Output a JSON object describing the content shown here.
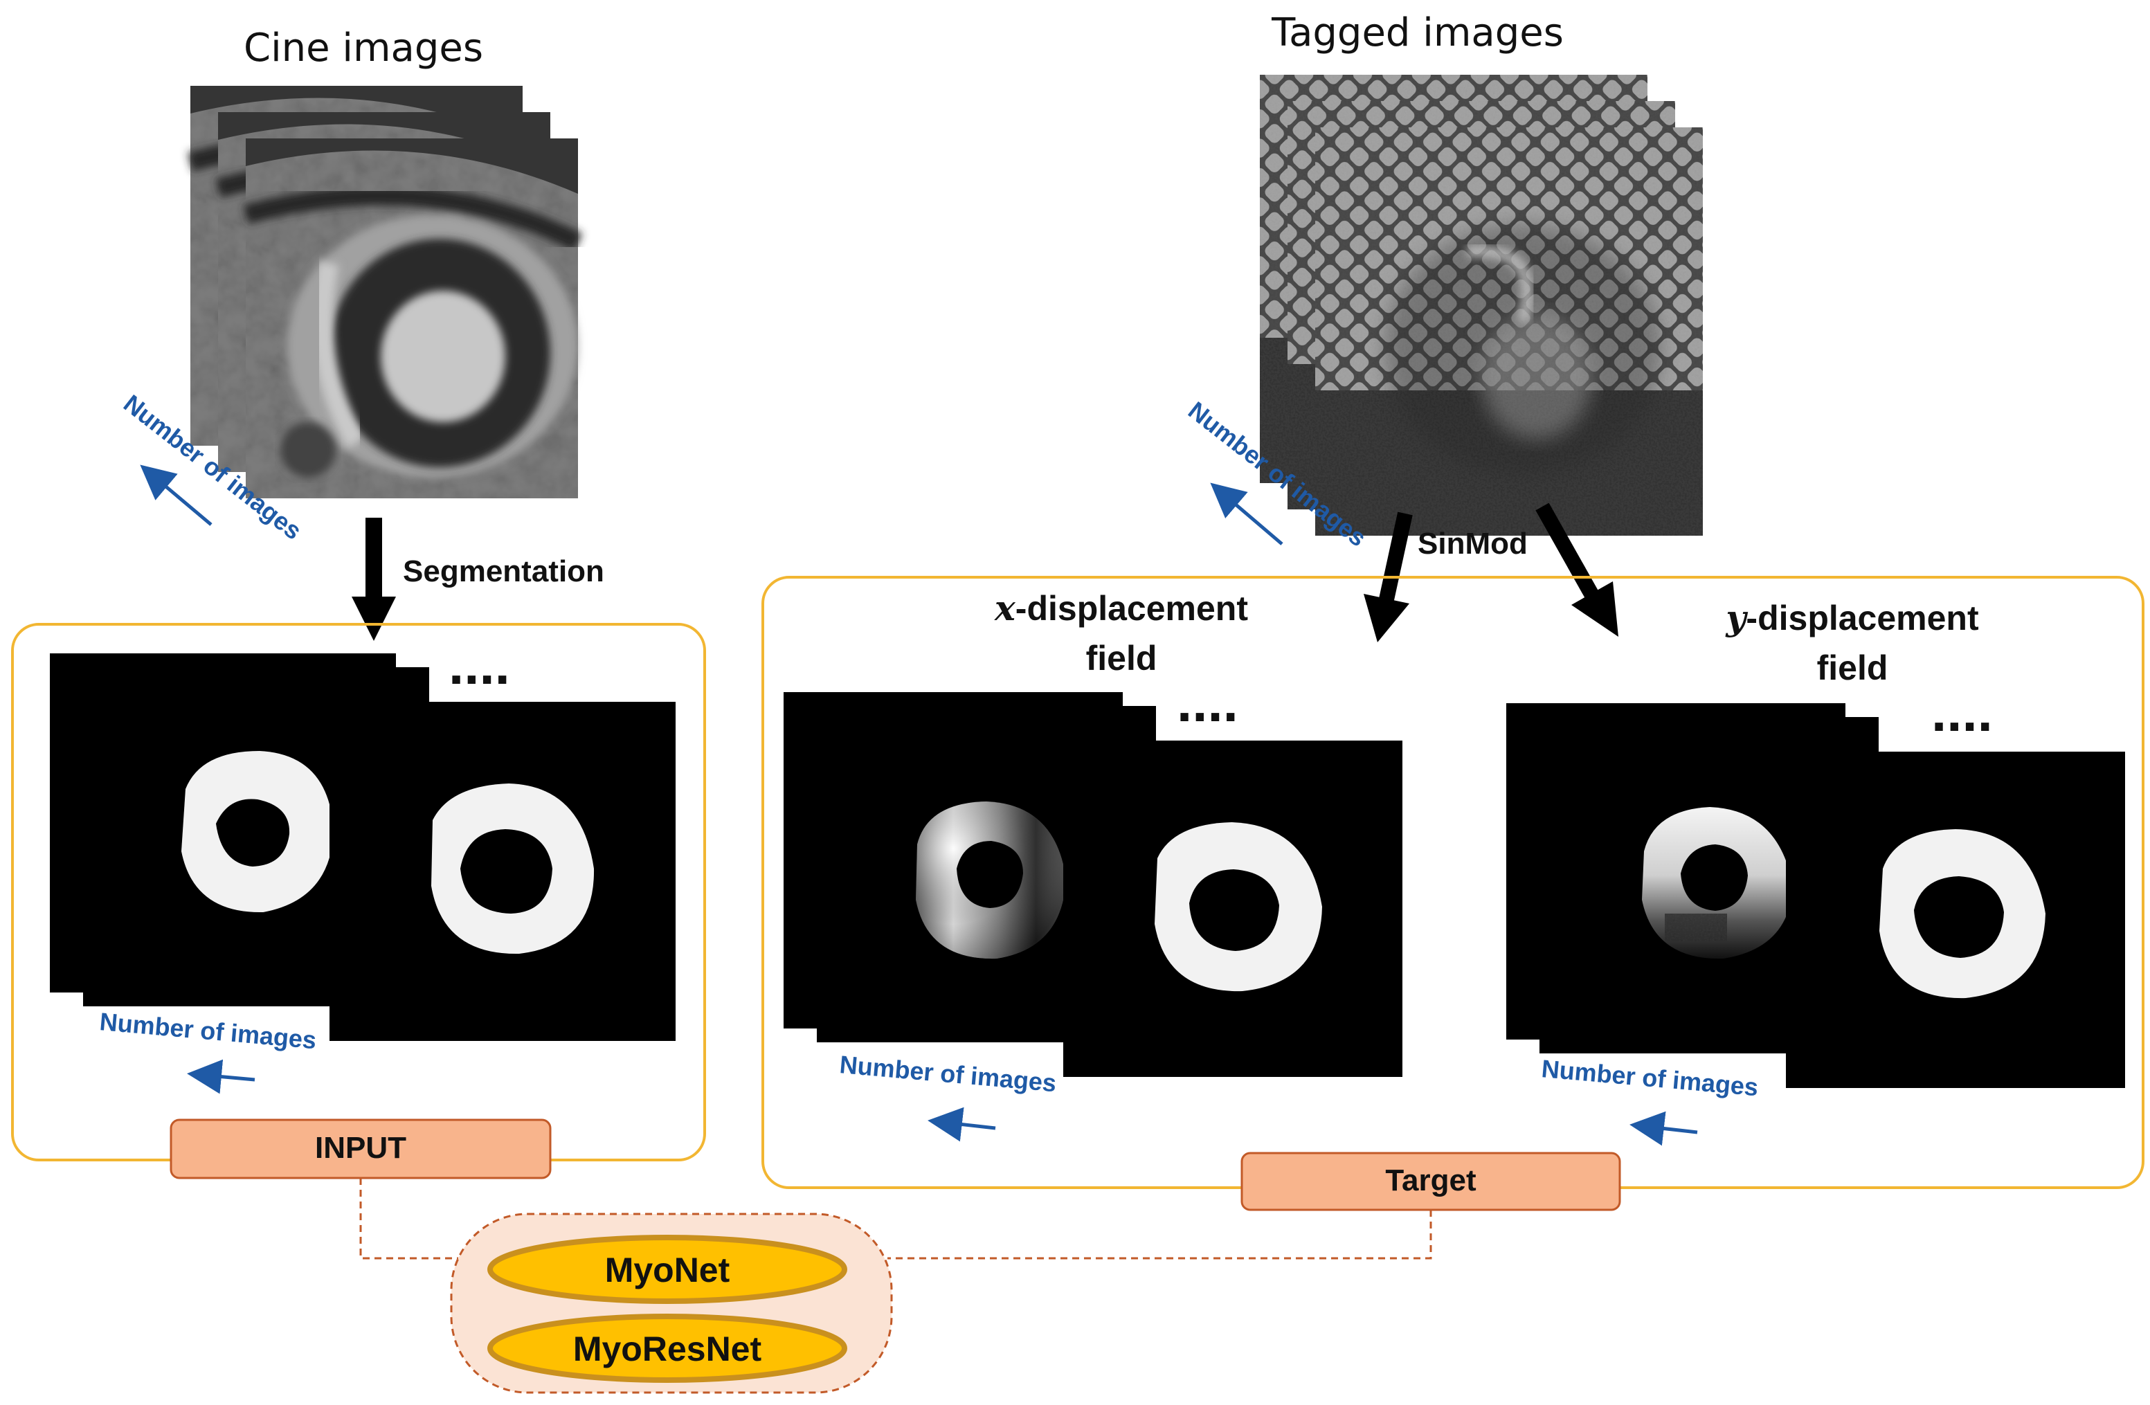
{
  "titles": {
    "cine": "Cine images",
    "tagged": "Tagged images"
  },
  "steps": {
    "segmentation": "Segmentation",
    "sinmod": "SinMod"
  },
  "fields": {
    "x_var": "x",
    "y_var": "y",
    "suffix": "-displacement",
    "line2": "field"
  },
  "count_label": "Number of images",
  "ellipsis": "....",
  "boxes": {
    "input": "INPUT",
    "target": "Target"
  },
  "networks": [
    "MyoNet",
    "MyoResNet"
  ],
  "colors": {
    "panel_border": "#f2b632",
    "label_box_fill": "#f8b48c",
    "label_box_border": "#c25a28",
    "connector": "#c25a28",
    "network_fill": "#ffc000",
    "network_border": "#c9901e",
    "network_group_fill": "#fbe3d4",
    "count_text": "#1f5aa6",
    "count_arrow": "#1f5aa6"
  }
}
